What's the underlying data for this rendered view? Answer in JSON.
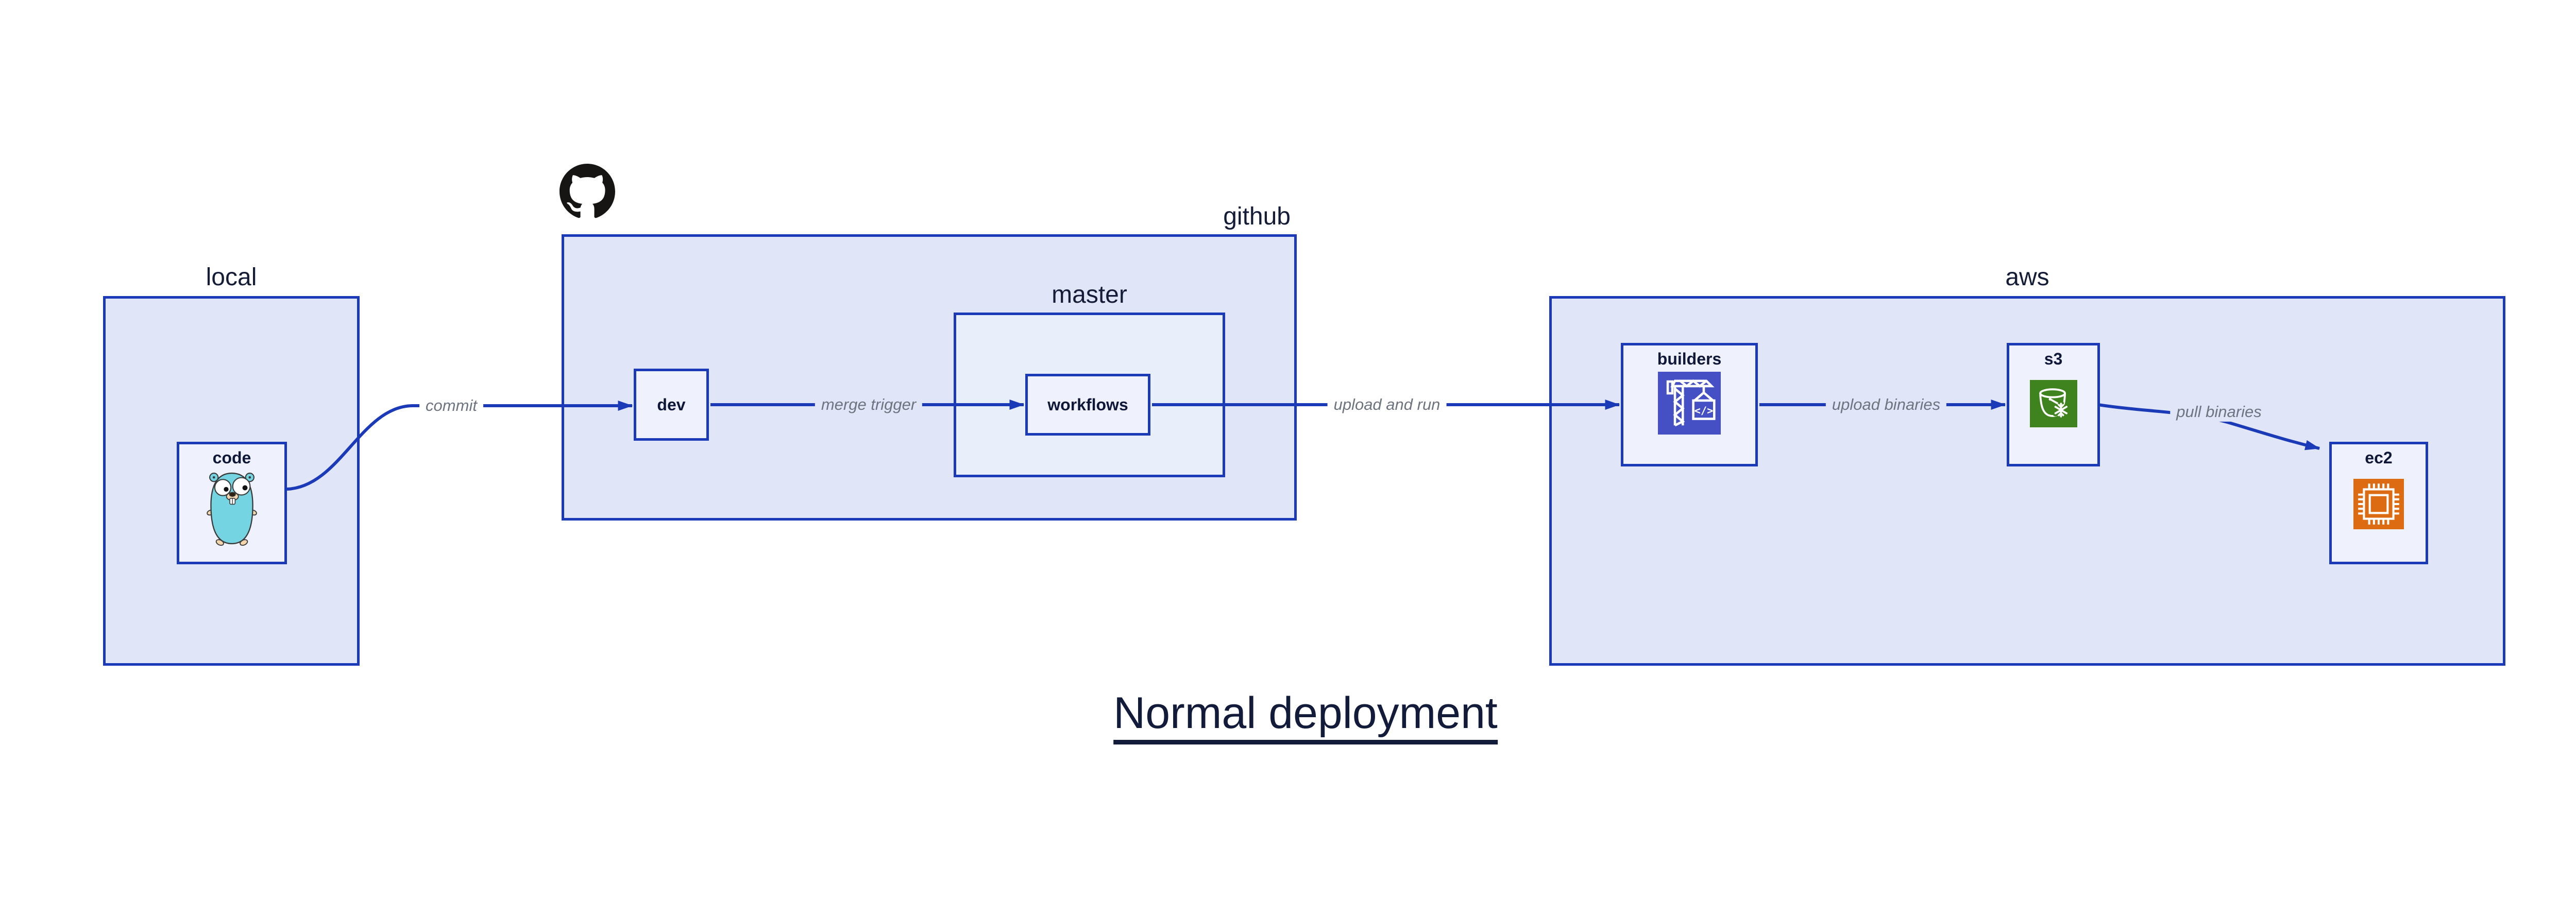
{
  "title": "Normal deployment",
  "groups": {
    "local": {
      "label": "local"
    },
    "github": {
      "label": "github"
    },
    "master": {
      "label": "master"
    },
    "aws": {
      "label": "aws"
    }
  },
  "nodes": {
    "code": {
      "label": "code",
      "icon": "go-gopher-icon"
    },
    "dev": {
      "label": "dev"
    },
    "workflows": {
      "label": "workflows"
    },
    "builders": {
      "label": "builders",
      "icon": "codebuild-crane-icon",
      "icon_glyph": "</>",
      "icon_color": "#4450c4"
    },
    "s3": {
      "label": "s3",
      "icon": "s3-bucket-snowflake-icon",
      "icon_color": "#3e831d"
    },
    "ec2": {
      "label": "ec2",
      "icon": "ec2-chip-icon",
      "icon_color": "#dc6b11"
    }
  },
  "edges": [
    {
      "from": "code",
      "to": "dev",
      "label": "commit"
    },
    {
      "from": "dev",
      "to": "workflows",
      "label": "merge trigger"
    },
    {
      "from": "workflows",
      "to": "builders",
      "label": "upload and run"
    },
    {
      "from": "builders",
      "to": "s3",
      "label": "upload binaries"
    },
    {
      "from": "s3",
      "to": "ec2",
      "label": "pull binaries"
    }
  ],
  "colors": {
    "line_blue": "#1b3ab8",
    "container_fill": "#e0e6f8",
    "node_fill": "#eff2fc",
    "label_navy": "#151c38",
    "edge_label_gray": "#6d7480",
    "codebuild_purple": "#4450c4",
    "s3_green": "#3e831d",
    "ec2_orange": "#dc6b11",
    "gopher_teal": "#74d4e2",
    "github_black": "#171513"
  }
}
